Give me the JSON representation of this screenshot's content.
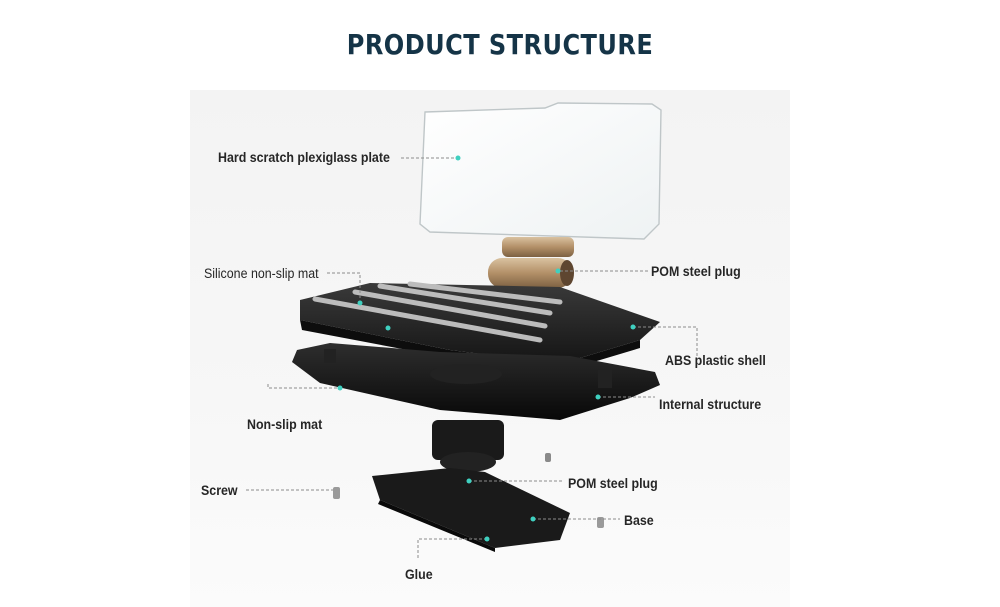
{
  "header": {
    "title": "PRODUCT STRUCTURE"
  },
  "labels": {
    "plexiglass": "Hard scratch plexiglass plate",
    "silicone": "Silicone non-slip mat",
    "pom_top": "POM steel plug",
    "abs": "ABS plastic shell",
    "internal": "Internal structure",
    "nonslip": "Non-slip mat",
    "screw": "Screw",
    "pom_bottom": "POM steel plug",
    "base": "Base",
    "glue": "Glue"
  },
  "colors": {
    "title": "#153447",
    "leader": "#8c8c8c",
    "dot": "#3fd0c0",
    "shell": "#1c1c1c"
  }
}
